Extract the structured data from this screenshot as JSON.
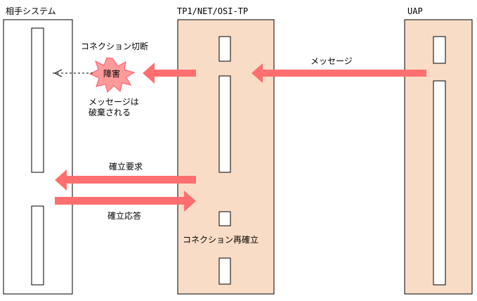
{
  "colors": {
    "column_fill": "#f8dcc6",
    "arrow": "#ff6f6f",
    "burst_fill": "#ff9a9a",
    "burst_stroke": "#ff5a6a",
    "stroke": "#000000"
  },
  "columns": {
    "peer": {
      "label": "相手システム"
    },
    "tp1": {
      "label": "TP1/NET/OSI-TP"
    },
    "uap": {
      "label": "UAP"
    }
  },
  "labels": {
    "connection_cut": "コネクション切断",
    "fault": "障害",
    "discarded_line1": "メッセージは",
    "discarded_line2": "破棄される",
    "message": "メッセージ",
    "establish_request": "確立要求",
    "establish_response": "確立応答",
    "reestablish": "コネクション再確立"
  },
  "icons": {
    "fault_burst": "burst-icon"
  }
}
